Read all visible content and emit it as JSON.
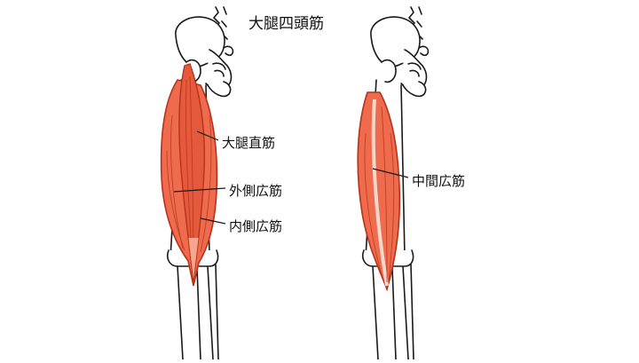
{
  "title": "大腿四頭筋",
  "labels": {
    "rectus_femoris": "大腿直筋",
    "vastus_lateralis": "外側広筋",
    "vastus_medialis": "内側広筋",
    "vastus_intermedius": "中間広筋"
  },
  "colors": {
    "muscle": "#ee6b4d",
    "muscle_edge": "#b8321a",
    "muscle_highlight": "#f6a58f",
    "bone_line": "#1a1a1a"
  }
}
